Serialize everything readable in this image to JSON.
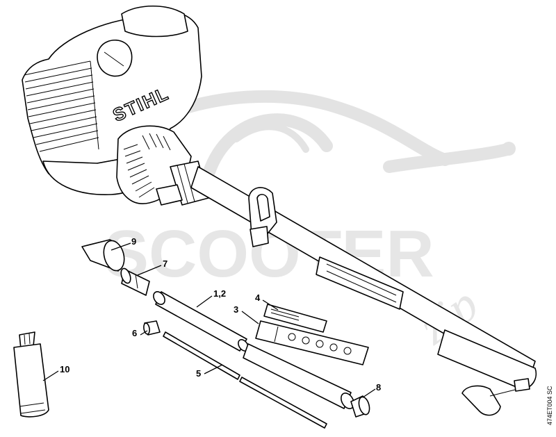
{
  "brand": {
    "logo_text": "STIHL"
  },
  "watermark": {
    "text": "SCOOTER",
    "text2": "zip"
  },
  "document_ref": "474ET004 SC",
  "callouts": [
    {
      "id": "9",
      "label": "9"
    },
    {
      "id": "7",
      "label": "7"
    },
    {
      "id": "1-2",
      "label": "1,2"
    },
    {
      "id": "4",
      "label": "4"
    },
    {
      "id": "3",
      "label": "3"
    },
    {
      "id": "6",
      "label": "6"
    },
    {
      "id": "5",
      "label": "5"
    },
    {
      "id": "8",
      "label": "8"
    },
    {
      "id": "10",
      "label": "10"
    }
  ]
}
